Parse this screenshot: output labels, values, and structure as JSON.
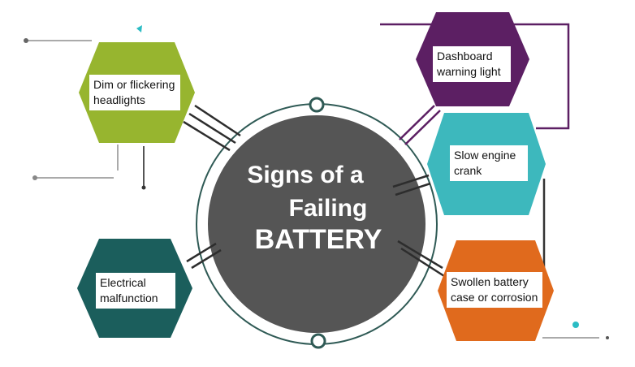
{
  "title": {
    "line1": "Signs of a",
    "line2": "Failing",
    "line3": "BATTERY"
  },
  "signs": [
    {
      "label": "Dim or flickering headlights",
      "color": "#97b52f"
    },
    {
      "label": "Dashboard warning light",
      "color": "#5c1f63"
    },
    {
      "label": "Slow engine crank",
      "color": "#3db8bd"
    },
    {
      "label": "Electrical malfunction",
      "color": "#1b5e5c"
    },
    {
      "label": "Swollen battery case or corrosion",
      "color": "#e06a1d"
    }
  ],
  "colors": {
    "center": "#555555",
    "ring": "#2f5a55",
    "line": "#3a3a3a",
    "accent": "#2bbcc4"
  }
}
